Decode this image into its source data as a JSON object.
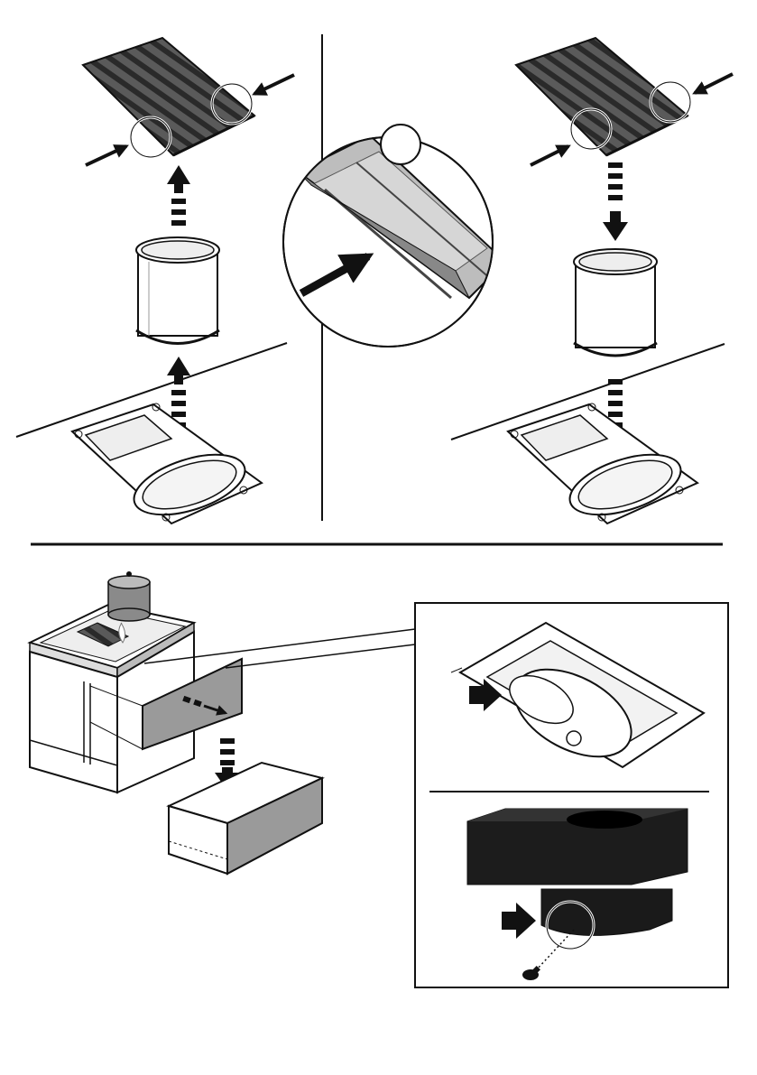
{
  "colors": {
    "ink": "#111111",
    "grey_panel": "#9a9a9a",
    "grate": "#3a3a3a",
    "hob_black": "#1c1c1c",
    "light_fill": "#f2f2f2"
  },
  "icons": {
    "arrow": "arrow-icon",
    "callout": "magnifier-circle-icon",
    "screw": "screw-icon"
  },
  "steps": [
    {
      "name": "remove-grate-and-filter-container"
    },
    {
      "name": "grate-groove-detail"
    },
    {
      "name": "refit-filter-container-and-grate"
    },
    {
      "name": "pull-out-drawer-below-hob"
    },
    {
      "name": "underside-view-of-hob-extractor"
    },
    {
      "name": "unscrew-motor-housing-screw"
    }
  ]
}
